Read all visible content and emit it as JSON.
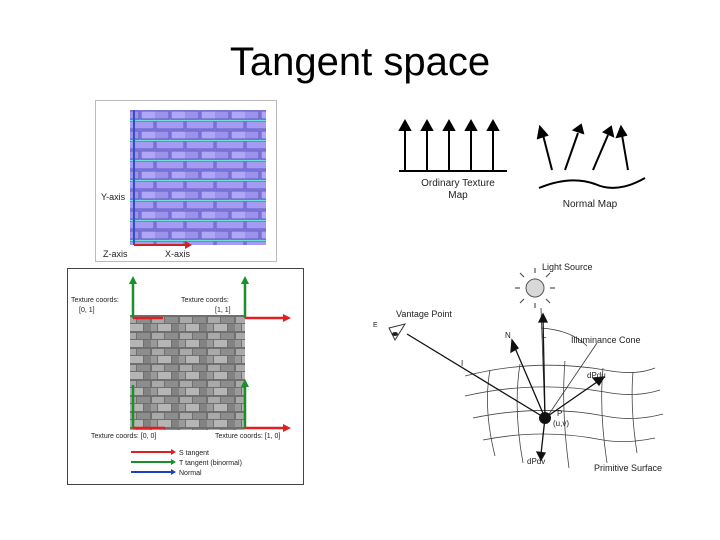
{
  "slide": {
    "title": "Tangent space"
  },
  "normal_map_fig": {
    "y_axis_label": "Y-axis",
    "z_axis_label": "Z-axis",
    "x_axis_label": "X-axis"
  },
  "texture_map_fig": {
    "ordinary_label_line1": "Ordinary Texture",
    "ordinary_label_line2": "Map",
    "normal_label": "Normal Map"
  },
  "tangent_fig": {
    "coord_top_left_line1": "Texture coords:",
    "coord_top_left_line2": "[0, 1]",
    "coord_top_right_line1": "Texture coords:",
    "coord_top_right_line2": "[1, 1]",
    "coord_bottom_left": "Texture coords: [0, 0]",
    "coord_bottom_right": "Texture coords: [1, 0]",
    "legend": [
      {
        "label": "S tangent",
        "color": "#e02020"
      },
      {
        "label": "T tangent (binormal)",
        "color": "#1a8f2a"
      },
      {
        "label": "Normal",
        "color": "#2040c0"
      }
    ]
  },
  "illumination_fig": {
    "light_source": "Light Source",
    "vantage_point": "Vantage Point",
    "e_label": "E",
    "n_label": "N",
    "l_label": "L",
    "illuminance_cone": "Illuminance Cone",
    "i_label": "I",
    "dpdu": "dPdu",
    "p_label": "P",
    "uv_label": "(u,v)",
    "dpdv": "dPdv",
    "primitive_surface": "Primitive Surface"
  }
}
